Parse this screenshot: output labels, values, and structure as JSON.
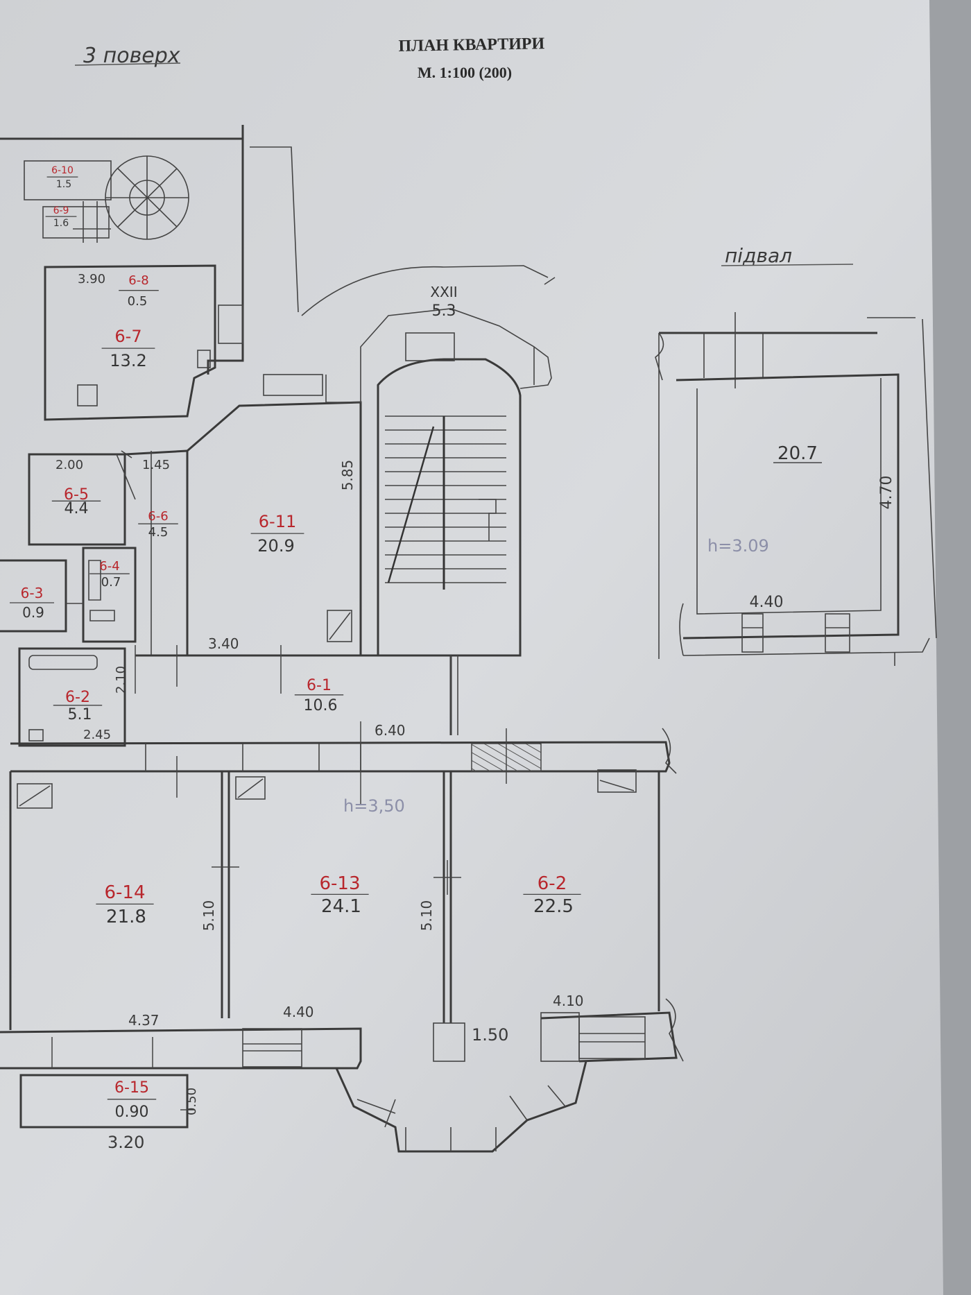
{
  "header": {
    "title": "ПЛАН КВАРТИРИ",
    "scale": "М. 1:100 (200)"
  },
  "floor_label": "3 поверх",
  "basement_label": "підвал",
  "staircase": {
    "code": "XXII",
    "area": "5.3"
  },
  "rooms": [
    {
      "key": "r10",
      "id": "6-10",
      "area": "1.5"
    },
    {
      "key": "r9",
      "id": "6-9",
      "area": "1.6"
    },
    {
      "key": "r8",
      "id": "6-8",
      "area": "0.5"
    },
    {
      "key": "r7",
      "id": "6-7",
      "area": "13.2"
    },
    {
      "key": "r5",
      "id": "6-5",
      "area": "4.4"
    },
    {
      "key": "r6",
      "id": "6-6",
      "area": "4.5"
    },
    {
      "key": "r4",
      "id": "6-4",
      "area": "0.7"
    },
    {
      "key": "r3",
      "id": "6-3",
      "area": "0.9"
    },
    {
      "key": "r11",
      "id": "6-11",
      "area": "20.9"
    },
    {
      "key": "r2a",
      "id": "6-2",
      "area": "5.1"
    },
    {
      "key": "r1",
      "id": "6-1",
      "area": "10.6"
    },
    {
      "key": "r14",
      "id": "6-14",
      "area": "21.8"
    },
    {
      "key": "r13",
      "id": "6-13",
      "area": "24.1"
    },
    {
      "key": "r2b",
      "id": "6-2",
      "area": "22.5"
    },
    {
      "key": "r15",
      "id": "6-15",
      "area": "0.90"
    }
  ],
  "basement": {
    "area": "20.7",
    "height": "h=3.09",
    "width": "4.40",
    "length": "4.70"
  },
  "dimensions": {
    "d390": "3.90",
    "d200": "2.00",
    "d145": "1.45",
    "d585": "5.85",
    "d340": "3.40",
    "d210": "2.10",
    "d245": "2.45",
    "d640": "6.40",
    "d510a": "5.10",
    "d510b": "5.10",
    "d437": "4.37",
    "d440": "4.40",
    "d410": "4.10",
    "d150": "1.50",
    "d050": "0.50",
    "d320": "3.20"
  },
  "height_main": "h=3,50"
}
